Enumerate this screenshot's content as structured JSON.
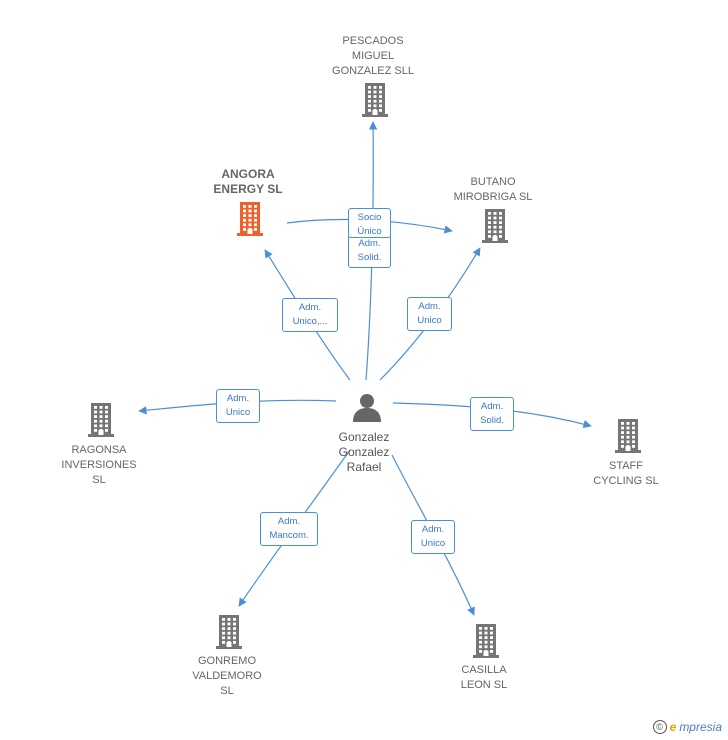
{
  "colors": {
    "edge": "#4a90d9",
    "building": "#757575",
    "primary": "#f0602c",
    "person": "#666666"
  },
  "center": {
    "name": "Gonzalez\nGonzalez\nRafael",
    "icon": "person-icon"
  },
  "nodes": [
    {
      "id": "pescados",
      "label": "PESCADOS\nMIGUEL\nGONZALEZ SLL",
      "icon": "building-icon"
    },
    {
      "id": "angora",
      "label": "ANGORA\nENERGY SL",
      "icon": "building-icon",
      "primary": true
    },
    {
      "id": "butano",
      "label": "BUTANO\nMIROBRIGA SL",
      "icon": "building-icon"
    },
    {
      "id": "ragonsa",
      "label": "RAGONSA\nINVERSIONES\nSL",
      "icon": "building-icon"
    },
    {
      "id": "staff",
      "label": "STAFF\nCYCLING SL",
      "icon": "building-icon"
    },
    {
      "id": "gonremo",
      "label": "GONREMO\nVALDEMORO\nSL",
      "icon": "building-icon"
    },
    {
      "id": "casilla",
      "label": "CASILLA\nLEON SL",
      "icon": "building-icon"
    }
  ],
  "edges": [
    {
      "id": "e-pescados",
      "label": "Adm.\nSolid."
    },
    {
      "id": "e-angora",
      "label": "Adm.\nUnico,..."
    },
    {
      "id": "e-butano",
      "label": "Adm.\nUnico"
    },
    {
      "id": "e-ragonsa",
      "label": "Adm.\nUnico"
    },
    {
      "id": "e-staff",
      "label": "Adm.\nSolid."
    },
    {
      "id": "e-gonremo",
      "label": "Adm.\nMancom."
    },
    {
      "id": "e-casilla",
      "label": "Adm.\nUnico"
    },
    {
      "id": "e-angora-butano",
      "label": "Socio\nÚnico"
    }
  ],
  "brand": {
    "copyright": "©",
    "e": "e",
    "rest": "mpresia"
  }
}
